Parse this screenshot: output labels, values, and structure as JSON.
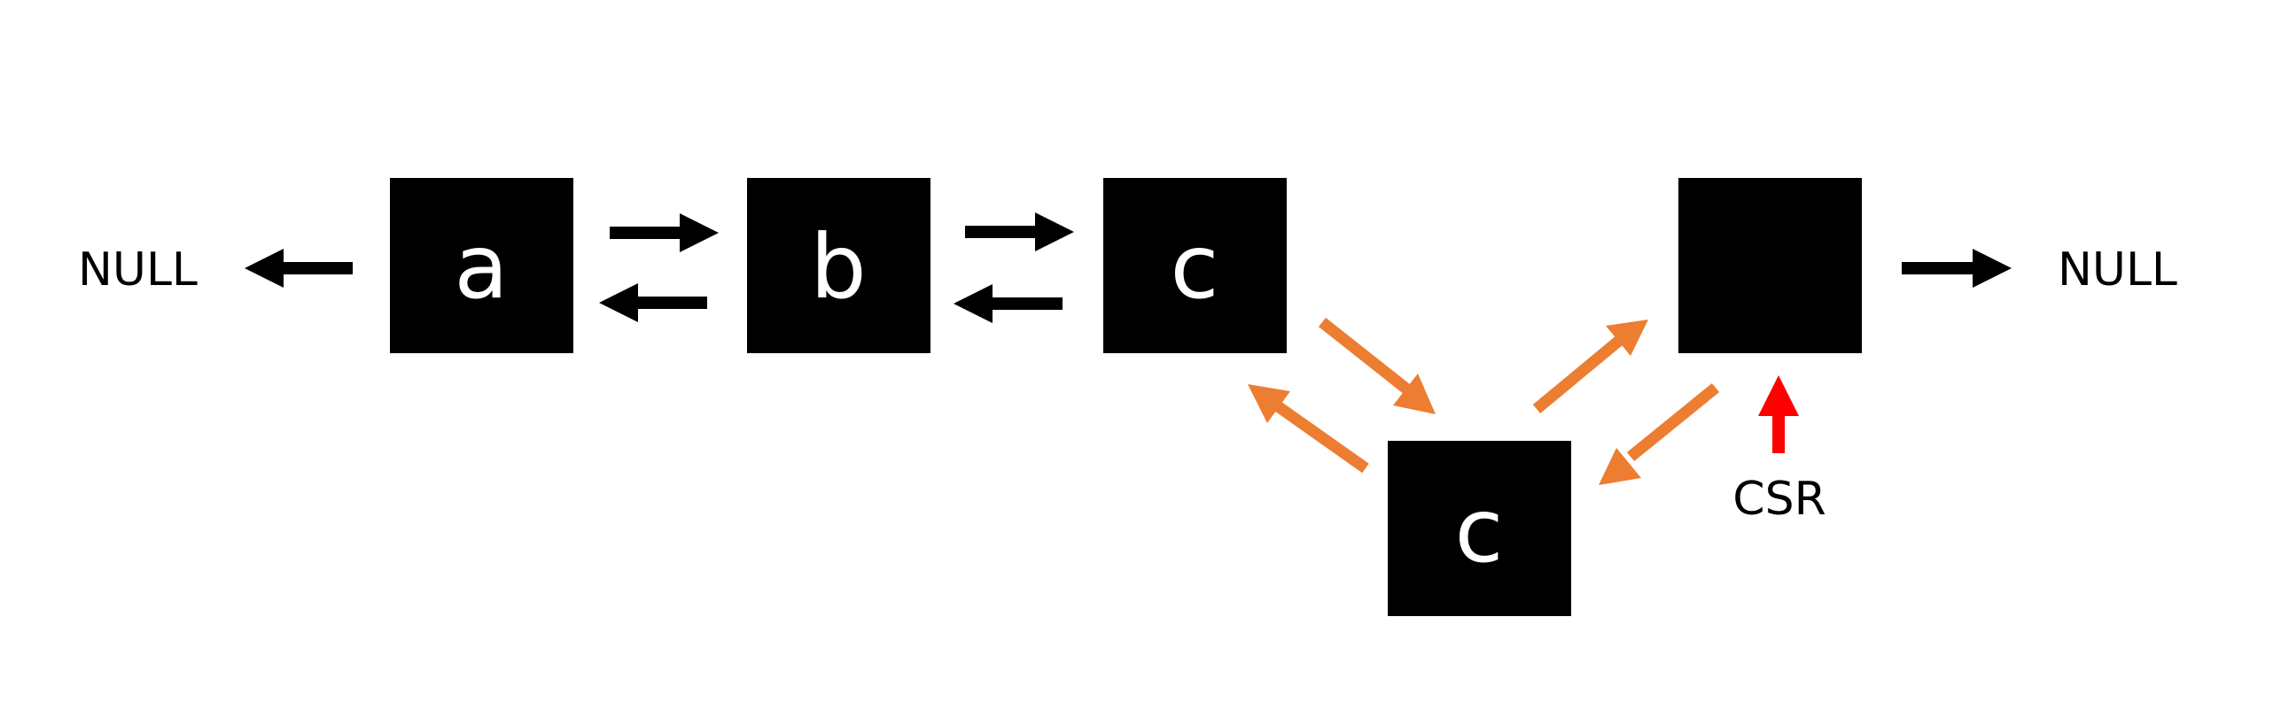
{
  "diagram": {
    "nodes": {
      "a": {
        "label": "a"
      },
      "b": {
        "label": "b"
      },
      "c": {
        "label": "c"
      },
      "tail": {
        "label": ""
      },
      "new_c": {
        "label": "c"
      }
    },
    "null_left": "NULL",
    "null_right": "NULL",
    "pointer_label": "CSR"
  },
  "colors": {
    "node_fill": "#000000",
    "node_text": "#ffffff",
    "link_arrow": "#000000",
    "new_link_arrow": "#ed7d31",
    "pointer_arrow": "#ff0000"
  }
}
